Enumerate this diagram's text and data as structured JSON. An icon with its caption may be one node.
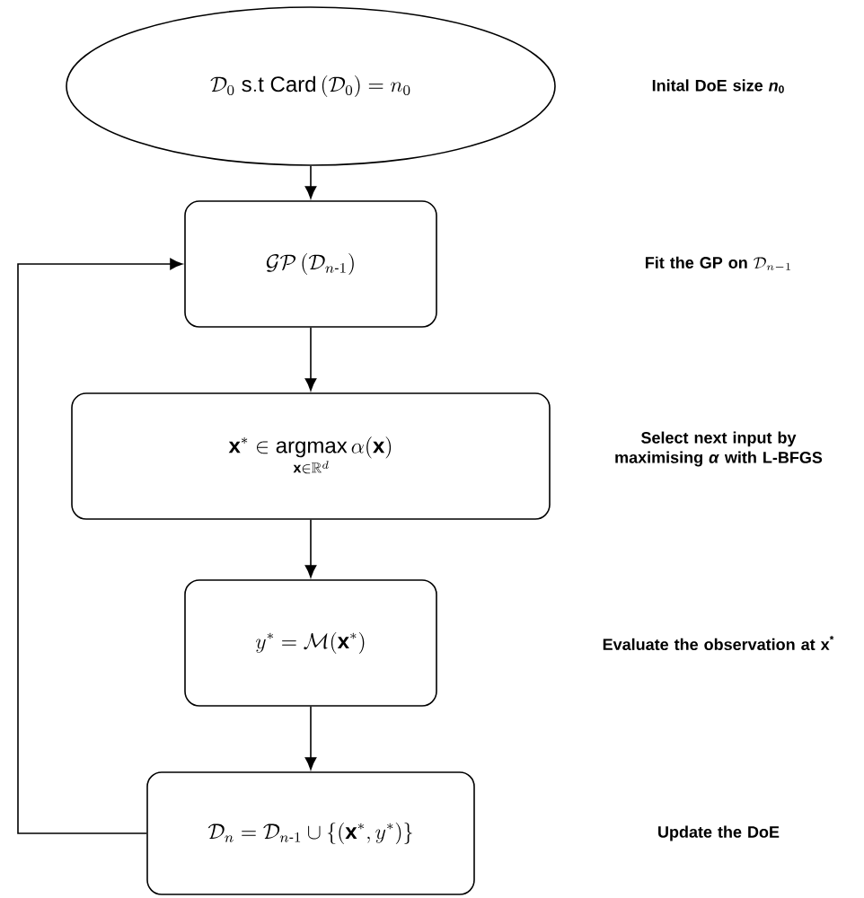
{
  "diagram": {
    "nodes": [
      {
        "text": [
          "\\mathcal{D}_0\\ \\mathrm{s.t}\\ \\mathrm{Card}\\left(\\mathcal{D}_0\\right) = n_0"
        ]
      },
      {
        "text": [
          "\\mathcal{GP}\\left(\\mathcal{D}_{n\\text{-}1}\\right)"
        ]
      },
      {
        "text": [
          "\\mathbf{x}^* \\in \\operatorname*{argmax}_{\\mathbf{x}\\in\\mathbb{R}^d} \\alpha(\\mathbf{x})"
        ]
      },
      {
        "text": [
          "y^* = \\mathcal{M}(\\mathbf{x}^*)"
        ]
      },
      {
        "text": [
          "\\mathcal{D}_n = \\mathcal{D}_{n\\text{-}1} \\cup \\{(\\mathbf{x}^*, y^*)\\}"
        ]
      }
    ],
    "edges": [
      {
        "from": 0,
        "to": 1,
        "arrow": "to"
      },
      {
        "from": 1,
        "to": 2,
        "arrow": "to"
      },
      {
        "from": 2,
        "to": 3,
        "arrow": "to"
      },
      {
        "from": 3,
        "to": 4,
        "arrow": "to"
      },
      {
        "from": 4,
        "to": 1,
        "arrow": "to"
      }
    ],
    "labels": [
      "Inital DoE size *n*$_{0}$",
      "\\text{\\bfseries Fit the GP on }\\mathcal{D}_{n-1}",
      "Select next input by maximising *α* with L-BFGS",
      "Evaluate the observation at x$^{*}$",
      "Update the DoE"
    ]
  }
}
